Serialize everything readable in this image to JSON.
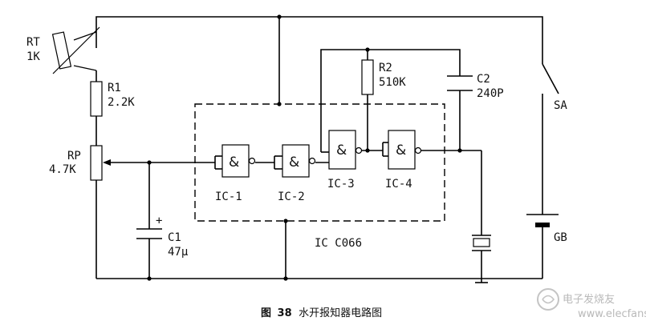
{
  "components": {
    "rt": {
      "name": "RT",
      "value": "1K"
    },
    "r1": {
      "name": "R1",
      "value": "2.2K"
    },
    "rp": {
      "name": "RP",
      "value": "4.7K"
    },
    "r2": {
      "name": "R2",
      "value": "510K"
    },
    "c1": {
      "name": "C1",
      "value": "47μ",
      "polarity": "+"
    },
    "c2": {
      "name": "C2",
      "value": "240P"
    },
    "sa": {
      "name": "SA"
    },
    "gb": {
      "name": "GB"
    },
    "ic": {
      "name": "IC C066"
    }
  },
  "gates": [
    {
      "label": "IC-1",
      "symbol": "&"
    },
    {
      "label": "IC-2",
      "symbol": "&"
    },
    {
      "label": "IC-3",
      "symbol": "&"
    },
    {
      "label": "IC-4",
      "symbol": "&"
    }
  ],
  "caption": {
    "prefix": "图",
    "number": "38",
    "text": "水开报知器电路图"
  },
  "watermark": {
    "text": "电子发烧友",
    "url": "www.elecfans.com"
  }
}
